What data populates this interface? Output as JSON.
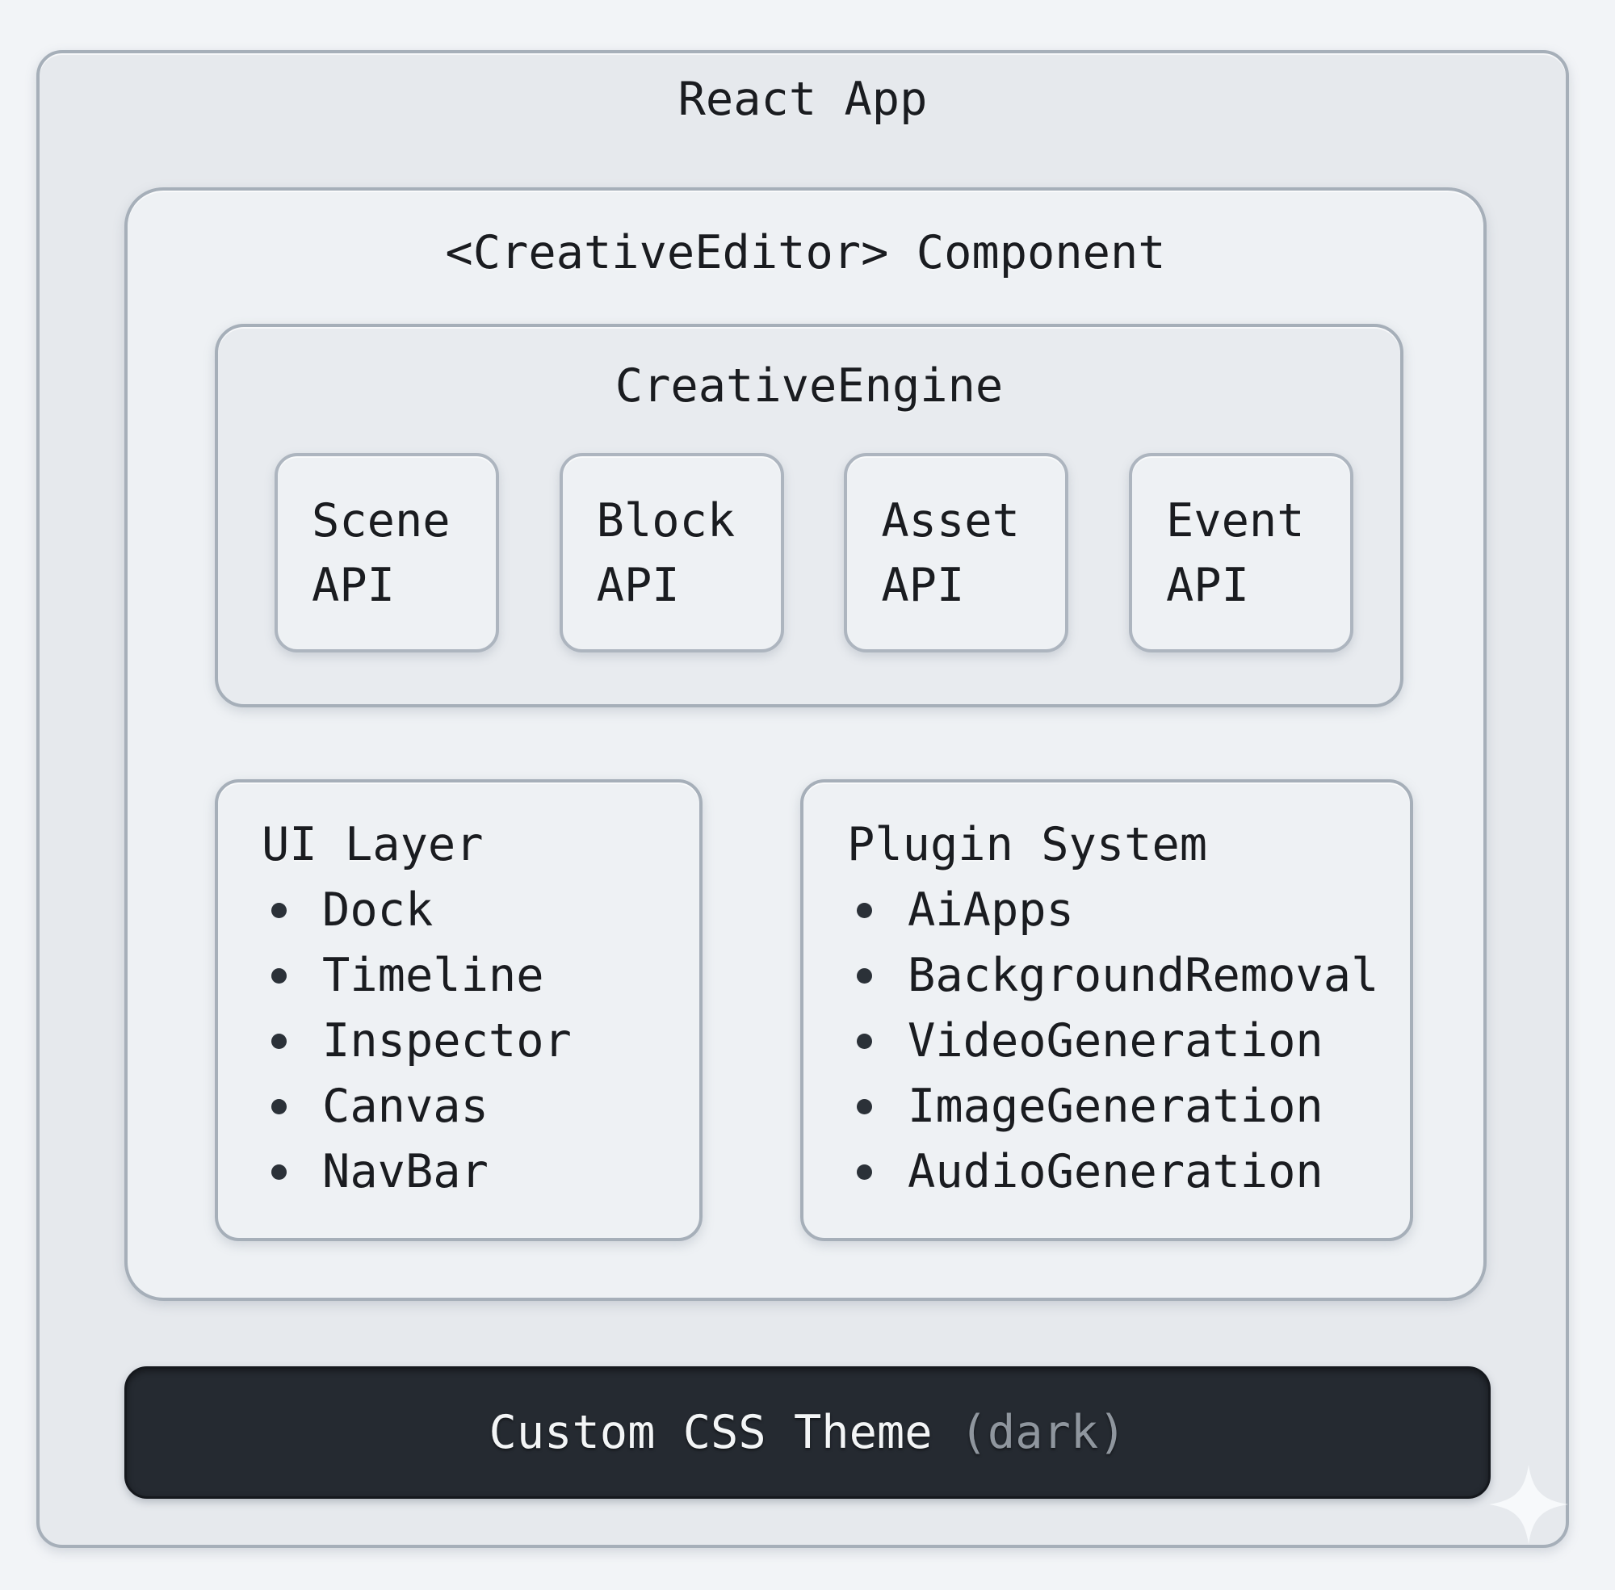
{
  "root": {
    "title": "React App"
  },
  "component": {
    "title": "<CreativeEditor> Component"
  },
  "engine": {
    "title": "CreativeEngine",
    "apis": [
      {
        "label": "Scene API"
      },
      {
        "label": "Block API"
      },
      {
        "label": "Asset API"
      },
      {
        "label": "Event API"
      }
    ]
  },
  "ui_layer": {
    "title": "UI Layer",
    "items": [
      "Dock",
      "Timeline",
      "Inspector",
      "Canvas",
      "NavBar"
    ]
  },
  "plugin_system": {
    "title": "Plugin System",
    "items": [
      "AiApps",
      "BackgroundRemoval",
      "VideoGeneration",
      "ImageGeneration",
      "AudioGeneration"
    ]
  },
  "theme_bar": {
    "label": "Custom CSS Theme",
    "mode": "(dark)"
  },
  "icons": {
    "sparkle": "sparkle-icon"
  },
  "colors": {
    "page_bg": "#f2f4f7",
    "root_fill": "#e6e9ed",
    "panel_fill": "#eef1f4",
    "engine_fill": "#e8ebef",
    "border": "#a6afb9",
    "text": "#1a1c20",
    "theme_bar_fill": "#252a31",
    "theme_bar_text": "#f3f5f6",
    "theme_bar_muted": "#8f969e",
    "sparkle": "#f8fafc"
  }
}
